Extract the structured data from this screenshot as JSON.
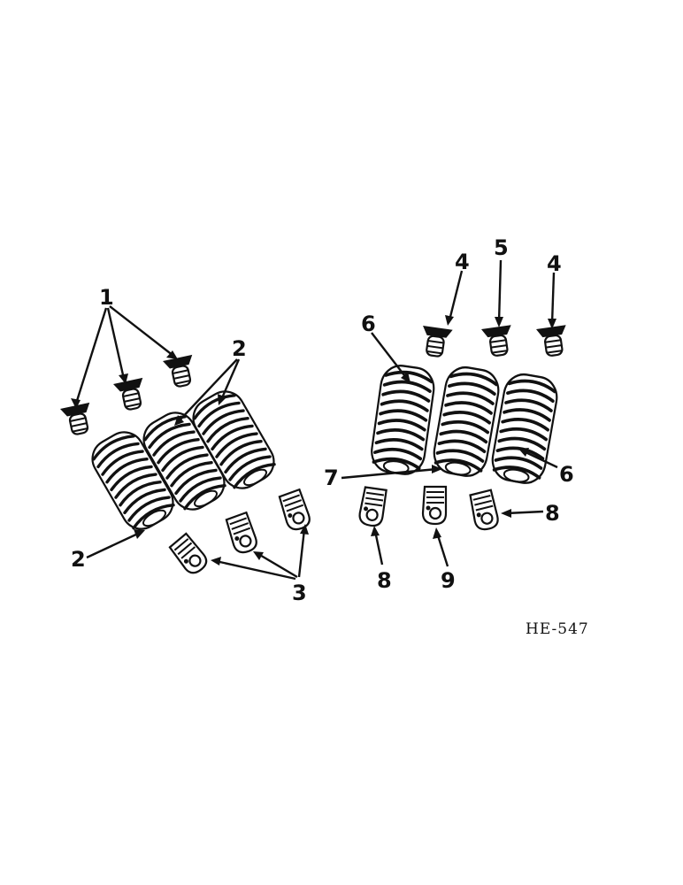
{
  "diagram": {
    "drawing_code": "HE-547",
    "callouts": [
      {
        "id": "c1",
        "text": "1"
      },
      {
        "id": "c2a",
        "text": "2"
      },
      {
        "id": "c2b",
        "text": "2"
      },
      {
        "id": "c3",
        "text": "3"
      },
      {
        "id": "c4a",
        "text": "4"
      },
      {
        "id": "c5",
        "text": "5"
      },
      {
        "id": "c4b",
        "text": "4"
      },
      {
        "id": "c6a",
        "text": "6"
      },
      {
        "id": "c6b",
        "text": "6"
      },
      {
        "id": "c7",
        "text": "7"
      },
      {
        "id": "c8a",
        "text": "8"
      },
      {
        "id": "c8b",
        "text": "8"
      },
      {
        "id": "c9",
        "text": "9"
      }
    ]
  }
}
